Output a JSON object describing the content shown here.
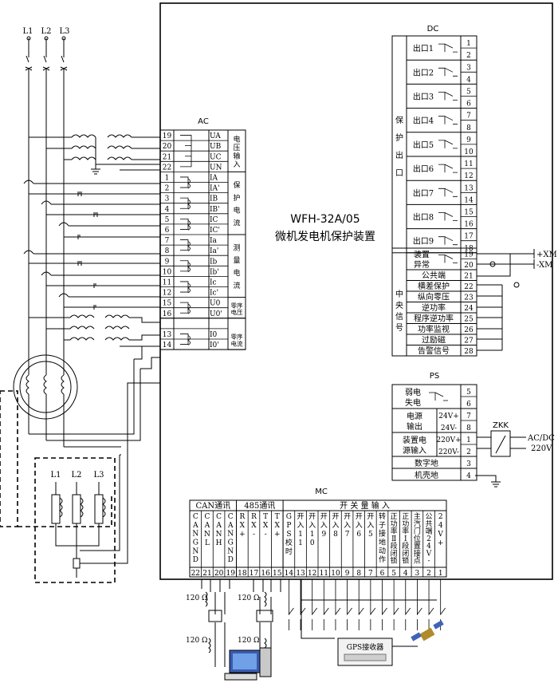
{
  "device": {
    "model": "WFH-32A/05",
    "name": "微机发电机保护装置"
  },
  "sections": {
    "ac": "AC",
    "dc": "DC",
    "ps": "PS",
    "mc": "MC",
    "zkk": "ZKK"
  },
  "lines": [
    "L1",
    "L2",
    "L3"
  ],
  "gen_lines": [
    "L1",
    "L2",
    "L3"
  ],
  "ac_rows": [
    {
      "num": "19",
      "label": "UA"
    },
    {
      "num": "20",
      "label": "UB"
    },
    {
      "num": "21",
      "label": "UC"
    },
    {
      "num": "22",
      "label": "UN"
    },
    {
      "num": "1",
      "label": "IA"
    },
    {
      "num": "2",
      "label": "IA'"
    },
    {
      "num": "3",
      "label": "IB"
    },
    {
      "num": "4",
      "label": "IB'"
    },
    {
      "num": "5",
      "label": "IC"
    },
    {
      "num": "6",
      "label": "IC'"
    },
    {
      "num": "7",
      "label": "Ia"
    },
    {
      "num": "8",
      "label": "Ia'"
    },
    {
      "num": "9",
      "label": "Ib"
    },
    {
      "num": "10",
      "label": "Ib'"
    },
    {
      "num": "11",
      "label": "Ic"
    },
    {
      "num": "12",
      "label": "Ic'"
    },
    {
      "num": "15",
      "label": "U0"
    },
    {
      "num": "16",
      "label": "U0'"
    },
    {
      "num": "",
      "label": ""
    },
    {
      "num": "13",
      "label": "I0"
    },
    {
      "num": "14",
      "label": "I0'"
    }
  ],
  "ac_groups": [
    {
      "chars": [
        "电",
        "压",
        "输",
        "入"
      ]
    },
    {
      "chars": [
        "保",
        "护",
        "电",
        "流"
      ]
    },
    {
      "chars": [
        "测",
        "量",
        "电",
        "流"
      ]
    },
    {
      "chars": [
        "零序",
        "电压"
      ]
    },
    {
      "chars": [
        "零序",
        "电流"
      ]
    }
  ],
  "dc_outputs": [
    {
      "label": "出口1",
      "a": "1",
      "b": "2"
    },
    {
      "label": "出口2",
      "a": "3",
      "b": "4"
    },
    {
      "label": "出口3",
      "a": "5",
      "b": "6"
    },
    {
      "label": "出口4",
      "a": "7",
      "b": "8"
    },
    {
      "label": "出口5",
      "a": "9",
      "b": "10"
    },
    {
      "label": "出口6",
      "a": "11",
      "b": "12"
    },
    {
      "label": "出口7",
      "a": "13",
      "b": "14"
    },
    {
      "label": "出口8",
      "a": "15",
      "b": "16"
    },
    {
      "label": "出口9",
      "a": "17",
      "b": "18"
    }
  ],
  "dc_protect_label": [
    "保",
    "护",
    "出",
    "口"
  ],
  "dc_central_label": [
    "中",
    "央",
    "信",
    "号"
  ],
  "dc_alarm": {
    "l1": "装置",
    "l2": "异常",
    "a": "19",
    "b": "20"
  },
  "dc_signals": [
    {
      "label": "公共端",
      "num": "21"
    },
    {
      "label": "横差保护",
      "num": "22"
    },
    {
      "label": "纵向零压",
      "num": "23"
    },
    {
      "label": "逆功率",
      "num": "24"
    },
    {
      "label": "程序逆功率",
      "num": "25"
    },
    {
      "label": "功率监视",
      "num": "26"
    },
    {
      "label": "过励磁",
      "num": "27"
    },
    {
      "label": "告警信号",
      "num": "28"
    }
  ],
  "xm": {
    "plus": "+XM",
    "minus": "-XM"
  },
  "ps": {
    "lossl1": "弱电",
    "lossl2": "失电",
    "loss_a": "5",
    "loss_b": "6",
    "outl1": "电源",
    "outl2": "输出",
    "v24p": "24V+",
    "v24m": "24V-",
    "n7": "7",
    "n8": "8",
    "inl1": "装置电",
    "inl2": "源输入",
    "v220p": "220V+",
    "v220m": "220V-",
    "n1": "1",
    "n2": "2",
    "dgnd": "数字地",
    "n3": "3",
    "case": "机壳地",
    "n4": "4"
  },
  "acdc": {
    "l1": "AC/DC",
    "l2": "220V"
  },
  "mc": {
    "can_title": "CAN通讯",
    "rs485_title": "485通讯",
    "switch_title": "开 关 量 输 入",
    "cols": [
      {
        "num": "22",
        "chars": [
          "C",
          "A",
          "N",
          "G",
          "N",
          "D"
        ]
      },
      {
        "num": "21",
        "chars": [
          "C",
          "A",
          "N",
          "L"
        ]
      },
      {
        "num": "20",
        "chars": [
          "C",
          "A",
          "N",
          "H"
        ]
      },
      {
        "num": "19",
        "chars": [
          "C",
          "A",
          "N",
          "G",
          "N",
          "D"
        ]
      },
      {
        "num": "18",
        "chars": [
          "R",
          "X",
          "+"
        ]
      },
      {
        "num": "17",
        "chars": [
          "R",
          "X",
          "-"
        ]
      },
      {
        "num": "16",
        "chars": [
          "T",
          "X",
          "-"
        ]
      },
      {
        "num": "15",
        "chars": [
          "T",
          "X",
          "+"
        ]
      },
      {
        "num": "14",
        "chars": [
          "G",
          "P",
          "S",
          "校",
          "时"
        ]
      },
      {
        "num": "13",
        "chars": [
          "开",
          "入",
          "1",
          "1"
        ]
      },
      {
        "num": "12",
        "chars": [
          "开",
          "入",
          "1",
          "0"
        ]
      },
      {
        "num": "11",
        "chars": [
          "开",
          "入",
          "9"
        ]
      },
      {
        "num": "10",
        "chars": [
          "开",
          "入",
          "8"
        ]
      },
      {
        "num": "9",
        "chars": [
          "开",
          "入",
          "7"
        ]
      },
      {
        "num": "8",
        "chars": [
          "开",
          "入",
          "6"
        ]
      },
      {
        "num": "7",
        "chars": [
          "开",
          "入",
          "5"
        ]
      },
      {
        "num": "6",
        "chars": [
          "转",
          "子",
          "接",
          "地",
          "动",
          "作"
        ]
      },
      {
        "num": "5",
        "chars": [
          "正",
          "功",
          "率",
          "Ⅱ",
          "段",
          "闭",
          "锁"
        ]
      },
      {
        "num": "4",
        "chars": [
          "正",
          "功",
          "率",
          "Ⅰ",
          "段",
          "闭",
          "锁"
        ]
      },
      {
        "num": "3",
        "chars": [
          "主",
          "汽",
          "门",
          "位",
          "置",
          "接",
          "点"
        ]
      },
      {
        "num": "2",
        "chars": [
          "公",
          "共",
          "端",
          "2",
          "4",
          "V",
          "-"
        ]
      },
      {
        "num": "1",
        "chars": [
          "2",
          "4",
          "V",
          "+"
        ]
      }
    ]
  },
  "resistors": [
    "120 Ω",
    "120 Ω",
    "120 Ω",
    "120 Ω"
  ],
  "gps_label": "GPS接收器"
}
